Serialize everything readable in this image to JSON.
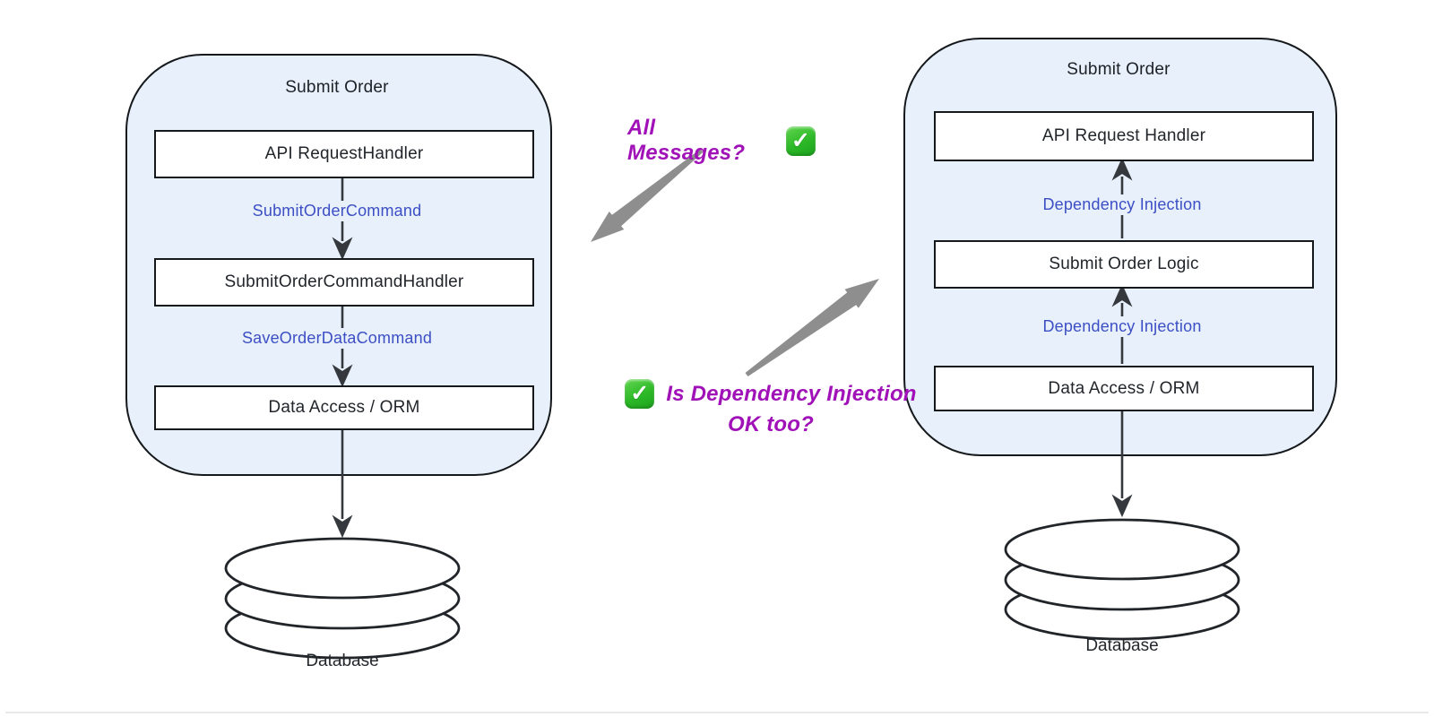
{
  "left_diagram": {
    "title": "Submit Order",
    "boxes": [
      "API RequestHandler",
      "SubmitOrderCommandHandler",
      "Data Access / ORM"
    ],
    "messages": [
      "SubmitOrderCommand",
      "SaveOrderDataCommand"
    ],
    "database_label": "Database"
  },
  "right_diagram": {
    "title": "Submit Order",
    "boxes": [
      "API Request Handler",
      "Submit Order Logic",
      "Data Access / ORM"
    ],
    "messages": [
      "Dependency Injection",
      "Dependency Injection"
    ],
    "database_label": "Database"
  },
  "annotations": {
    "top": {
      "text": "All Messages?",
      "check": "✓"
    },
    "bottom": {
      "line1": "Is Dependency Injection",
      "line2": "OK too?",
      "check": "✓"
    }
  },
  "colors": {
    "container_fill": "#E7F0FB",
    "outline": "#16191c",
    "flow_arrow": "#35393e",
    "message_blue": "#3D4FC4",
    "annotation_purple": "#A011B8",
    "annotation_arrow_gray": "#8e8e8e",
    "check_green": "#2cb827"
  }
}
